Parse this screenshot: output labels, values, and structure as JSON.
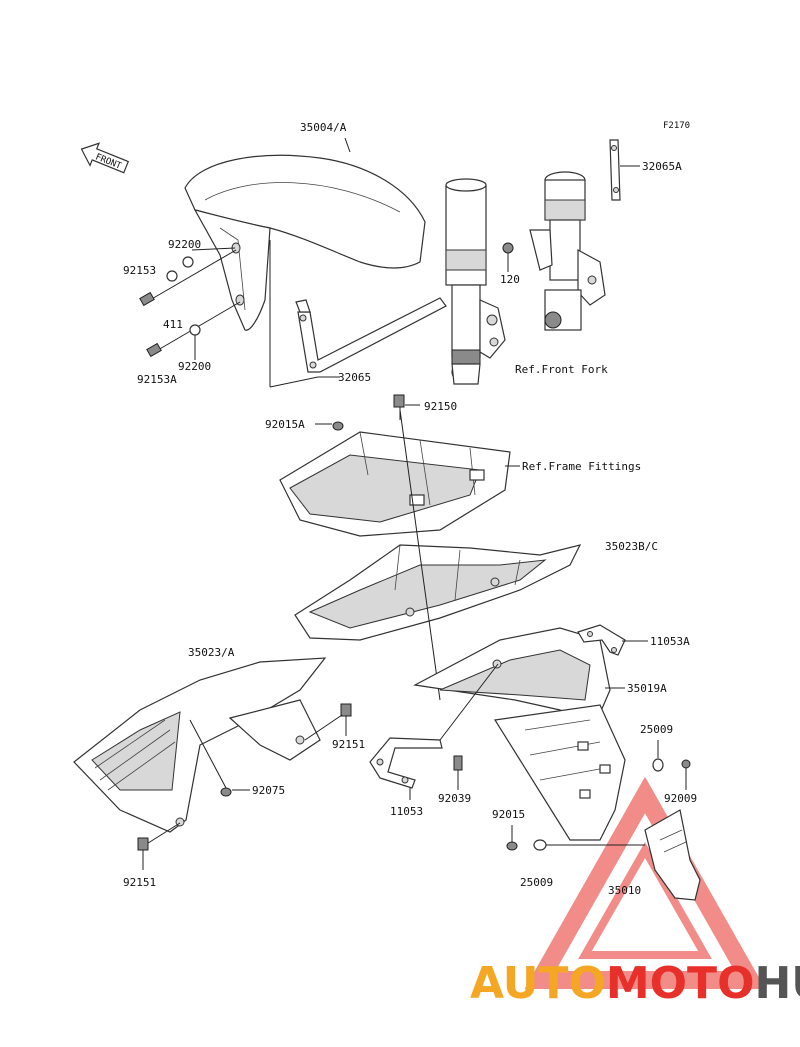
{
  "diagram": {
    "code": "F2170",
    "front_label": "FRONT",
    "labels": {
      "p35004A": "35004/A",
      "p32065A": "32065A",
      "p92200a": "92200",
      "p92153": "92153",
      "p120": "120",
      "p411": "411",
      "p92200b": "92200",
      "p92153A": "92153A",
      "p32065": "32065",
      "ref_front_fork": "Ref.Front Fork",
      "p92015A": "92015A",
      "p92150": "92150",
      "ref_frame_fittings": "Ref.Frame Fittings",
      "p35023BC": "35023B/C",
      "p11053A": "11053A",
      "p35023A": "35023/A",
      "p35019A": "35019A",
      "p25009a": "25009",
      "p92151a": "92151",
      "p92075": "92075",
      "p92009": "92009",
      "p11053": "11053",
      "p92039": "92039",
      "p92015": "92015",
      "p92151b": "92151",
      "p25009b": "25009",
      "p35010": "35010"
    }
  },
  "watermark": {
    "part1": "AUTO",
    "part2": "MOTO",
    "part3": "HUB",
    "color_orange": "#f5a623",
    "color_red": "#e8302a",
    "color_gray": "#555555"
  }
}
